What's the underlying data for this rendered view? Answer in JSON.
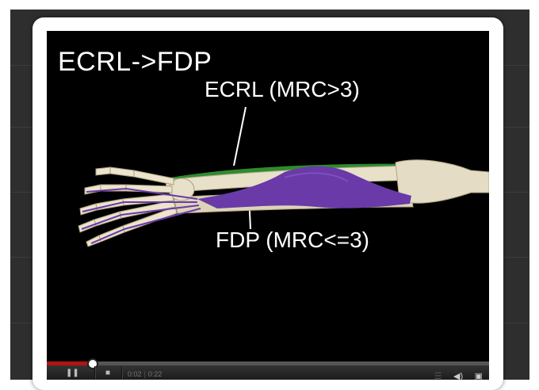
{
  "video": {
    "title": "ECRL->FDP",
    "label_ecrl": "ECRL (MRC>3)",
    "label_fdp": "FDP (MRC<=3)"
  },
  "player": {
    "progress_fraction": 0.1,
    "current_time": "0:02",
    "duration": "0:22",
    "icons": {
      "play_pause": "pause-icon",
      "stop": "stop-icon",
      "hd": "hd-icon",
      "volume": "volume-icon",
      "fullscreen": "fullscreen-icon"
    }
  },
  "colors": {
    "progress": "#b01515",
    "ecrl_muscle": "#2e8b2e",
    "fdp_muscle": "#6a3aa8",
    "bone": "#e8e0c8"
  }
}
